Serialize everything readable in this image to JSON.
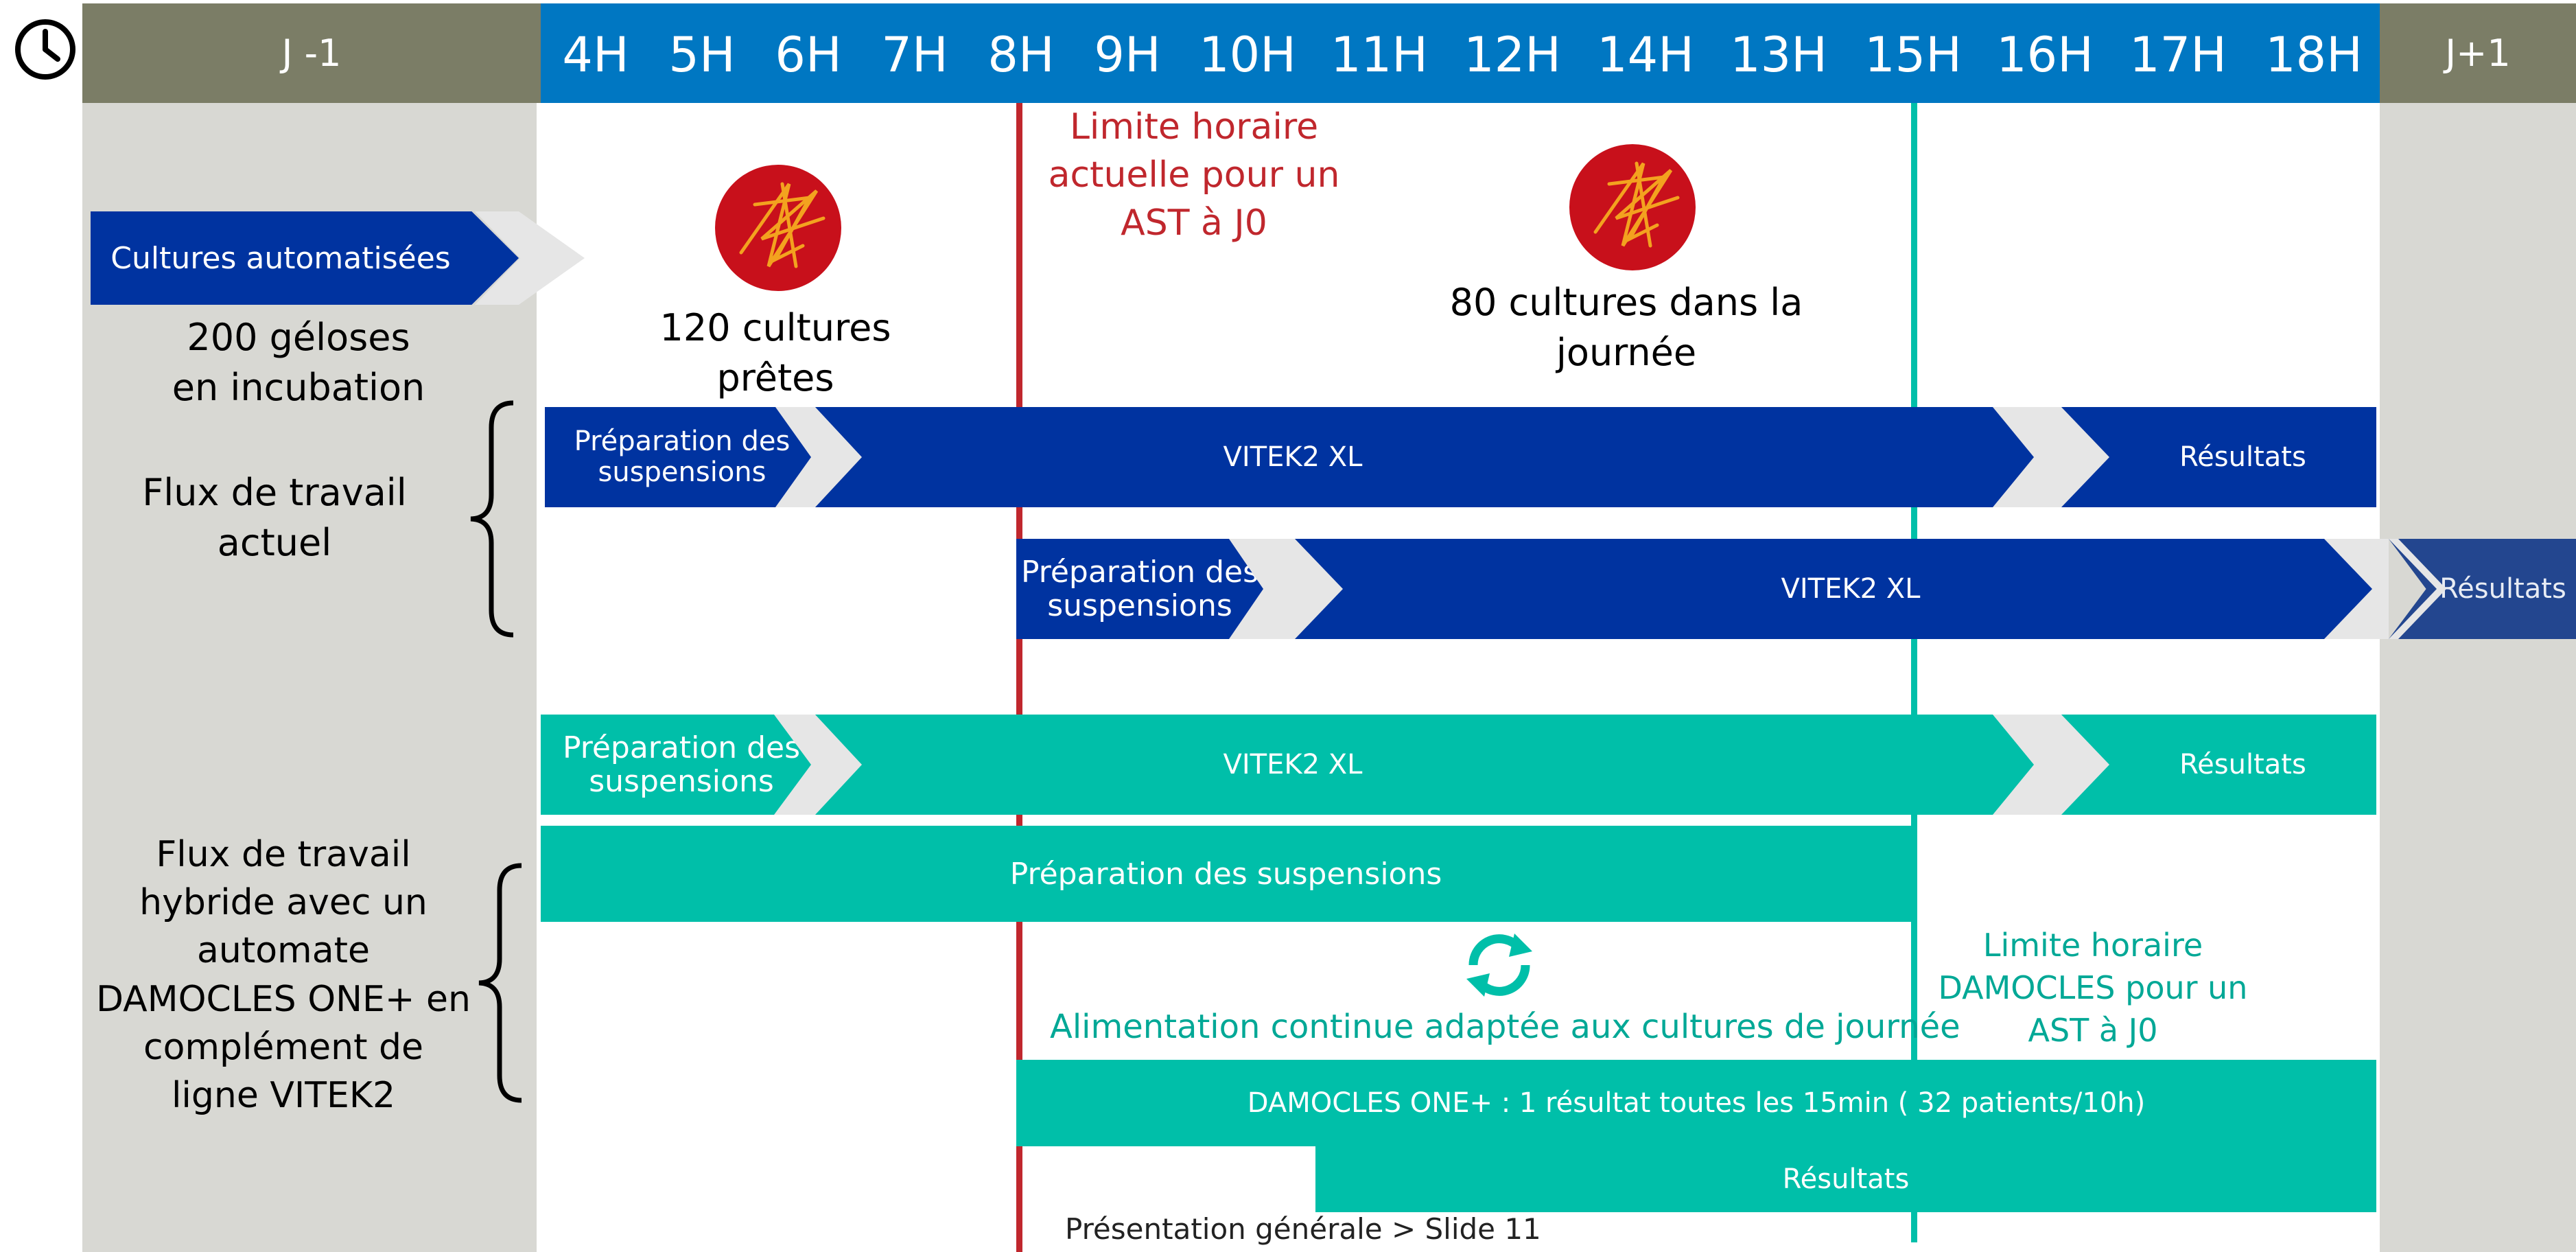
{
  "header": {
    "clock_icon": "clock-icon",
    "day_before": "J -1",
    "day_after": "J+1",
    "hours": [
      "4H",
      "5H",
      "6H",
      "7H",
      "8H",
      "9H",
      "10H",
      "11H",
      "12H",
      "14H",
      "13H",
      "15H",
      "16H",
      "17H",
      "18H"
    ]
  },
  "automated": {
    "label": "Cultures automatisées",
    "incubation": "200 géloses en incubation"
  },
  "cultures": {
    "morning": "120 cultures prêtes",
    "day": "80 cultures dans la journée"
  },
  "limits": {
    "current": "Limite horaire actuelle pour un AST à J0",
    "damocles": "Limite horaire DAMOCLES pour un AST à J0"
  },
  "current_flow": {
    "label": "Flux de travail actuel",
    "row1": {
      "prep": "Préparation des suspensions",
      "main": "VITEK2 XL",
      "result": "Résultats"
    },
    "row2": {
      "prep": "Préparation des suspensions",
      "main": "VITEK2 XL",
      "result": "Résultats"
    }
  },
  "hybrid_flow": {
    "label": "Flux de travail hybride avec un automate DAMOCLES ONE+ en complément de ligne VITEK2",
    "row1": {
      "prep": "Préparation des suspensions",
      "main": "VITEK2 XL",
      "result": "Résultats"
    },
    "prep_long": "Préparation des suspensions",
    "refresh_icon": "refresh-icon",
    "continuous": "Alimentation continue adaptée aux cultures de journée",
    "damocles_bar": "DAMOCLES ONE+ : 1 résultat toutes les 15min ( 32 patients/10h)",
    "damocles_result": "Résultats"
  },
  "footer": "Présentation générale > Slide 11",
  "colors": {
    "navy": "#0033a0",
    "teal": "#00bfa9",
    "red": "#c0272d",
    "header_blue": "#0077c2",
    "side_grey": "#d8d8d3",
    "header_grey": "#7b7d66"
  }
}
